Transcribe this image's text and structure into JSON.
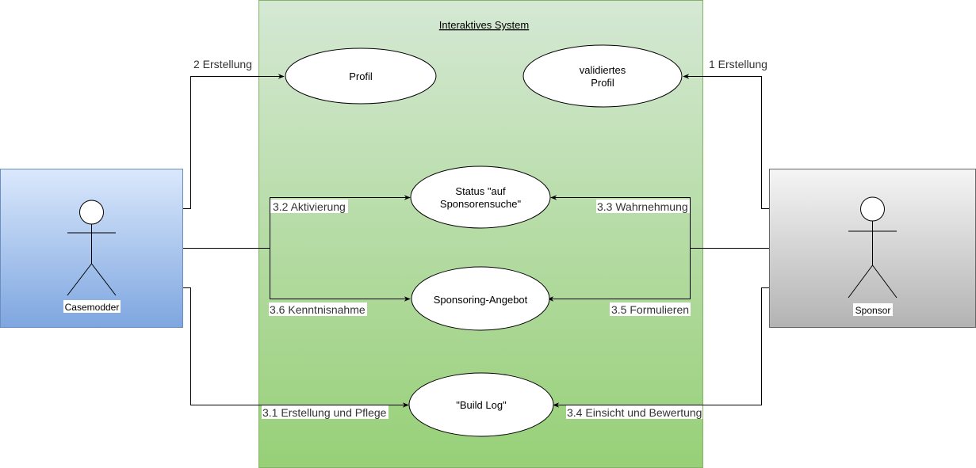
{
  "system": {
    "title": "Interaktives System"
  },
  "actors": {
    "casemodder": {
      "name": "Casemodder"
    },
    "sponsor": {
      "name": "Sponsor"
    }
  },
  "use_cases": {
    "profil": {
      "line1": "Profil"
    },
    "validiertes_profil": {
      "line1": "validiertes",
      "line2": "Profil"
    },
    "status": {
      "line1": "Status \"auf",
      "line2": "Sponsorensuche\""
    },
    "angebot": {
      "line1": "Sponsoring-Angebot"
    },
    "buildlog": {
      "line1": "\"Build Log\""
    }
  },
  "edges": {
    "e2": "2 Erstellung",
    "e1": "1 Erstellung",
    "e32": "3.2 Aktivierung",
    "e33": "3.3 Wahrnehmung",
    "e36": "3.6 Kenntnisnahme",
    "e35": "3.5 Formulieren",
    "e31": "3.1 Erstellung und Pflege",
    "e34": "3.4 Einsicht und Bewertung"
  },
  "colors": {
    "system_top": "#d5e8d4",
    "system_bottom": "#97d077",
    "system_border": "#82b366",
    "casemodder_top": "#dae8fc",
    "casemodder_bottom": "#7ea6e0",
    "casemodder_border": "#6c8ebf",
    "sponsor_top": "#f5f5f5",
    "sponsor_bottom": "#b3b3b3",
    "sponsor_border": "#666666"
  }
}
